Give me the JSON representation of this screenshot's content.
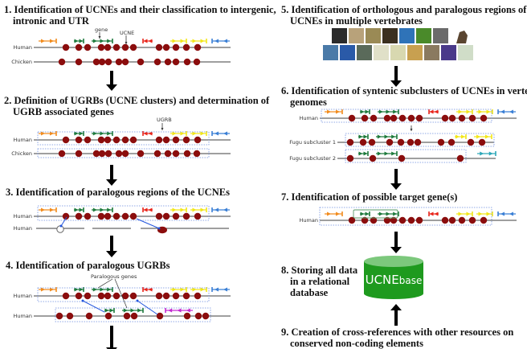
{
  "steps": [
    {
      "line1": "1. Identification of UCNEs and their classification to intergenic,",
      "line2": "intronic and UTR"
    },
    {
      "line1": "2. Definition of UGRBs (UCNE clusters) and determination of",
      "line2": "UGRB associated genes"
    },
    {
      "line1": "3. Identification of paralogous regions of the UCNEs"
    },
    {
      "line1": "4. Identification of paralogous UGRBs"
    },
    {
      "line1": "5. Identification of orthologous and paralogous regions of",
      "line2": "UCNEs in multiple vertebrates"
    },
    {
      "line1": "6. Identification of syntenic subclusters of UCNEs in vertebrate",
      "line2": "genomes"
    },
    {
      "line1": "7. Identification of possible target gene(s)"
    },
    {
      "line1": "8. Storing all data",
      "line2": "in a relational",
      "line3": "database"
    },
    {
      "line1": "9. Creation of cross-references with other resources on",
      "line2": "conserved non-coding elements"
    }
  ],
  "labels": {
    "human": "Human",
    "chicken": "Chicken",
    "gene": "gene",
    "ucne": "UCNE",
    "ugrb": "UGRB",
    "paralogous_genes": "Paralogous genes",
    "fugu1": "Fugu subcluster 1",
    "fugu2": "Fugu subcluster 2"
  },
  "database": {
    "name_main": "UCNE",
    "name_sub": "base"
  },
  "colors": {
    "ucne": "#8b0d0d",
    "orange": "#f28c1e",
    "green": "#1d7a3c",
    "red": "#e8261c",
    "yellow": "#f2e61a",
    "blue": "#3a7fd5",
    "magenta": "#c42bd1",
    "teal": "#2aa6b8",
    "box": "#6f8fe0",
    "db": "#1e9a1e",
    "link": "#2255dd"
  }
}
